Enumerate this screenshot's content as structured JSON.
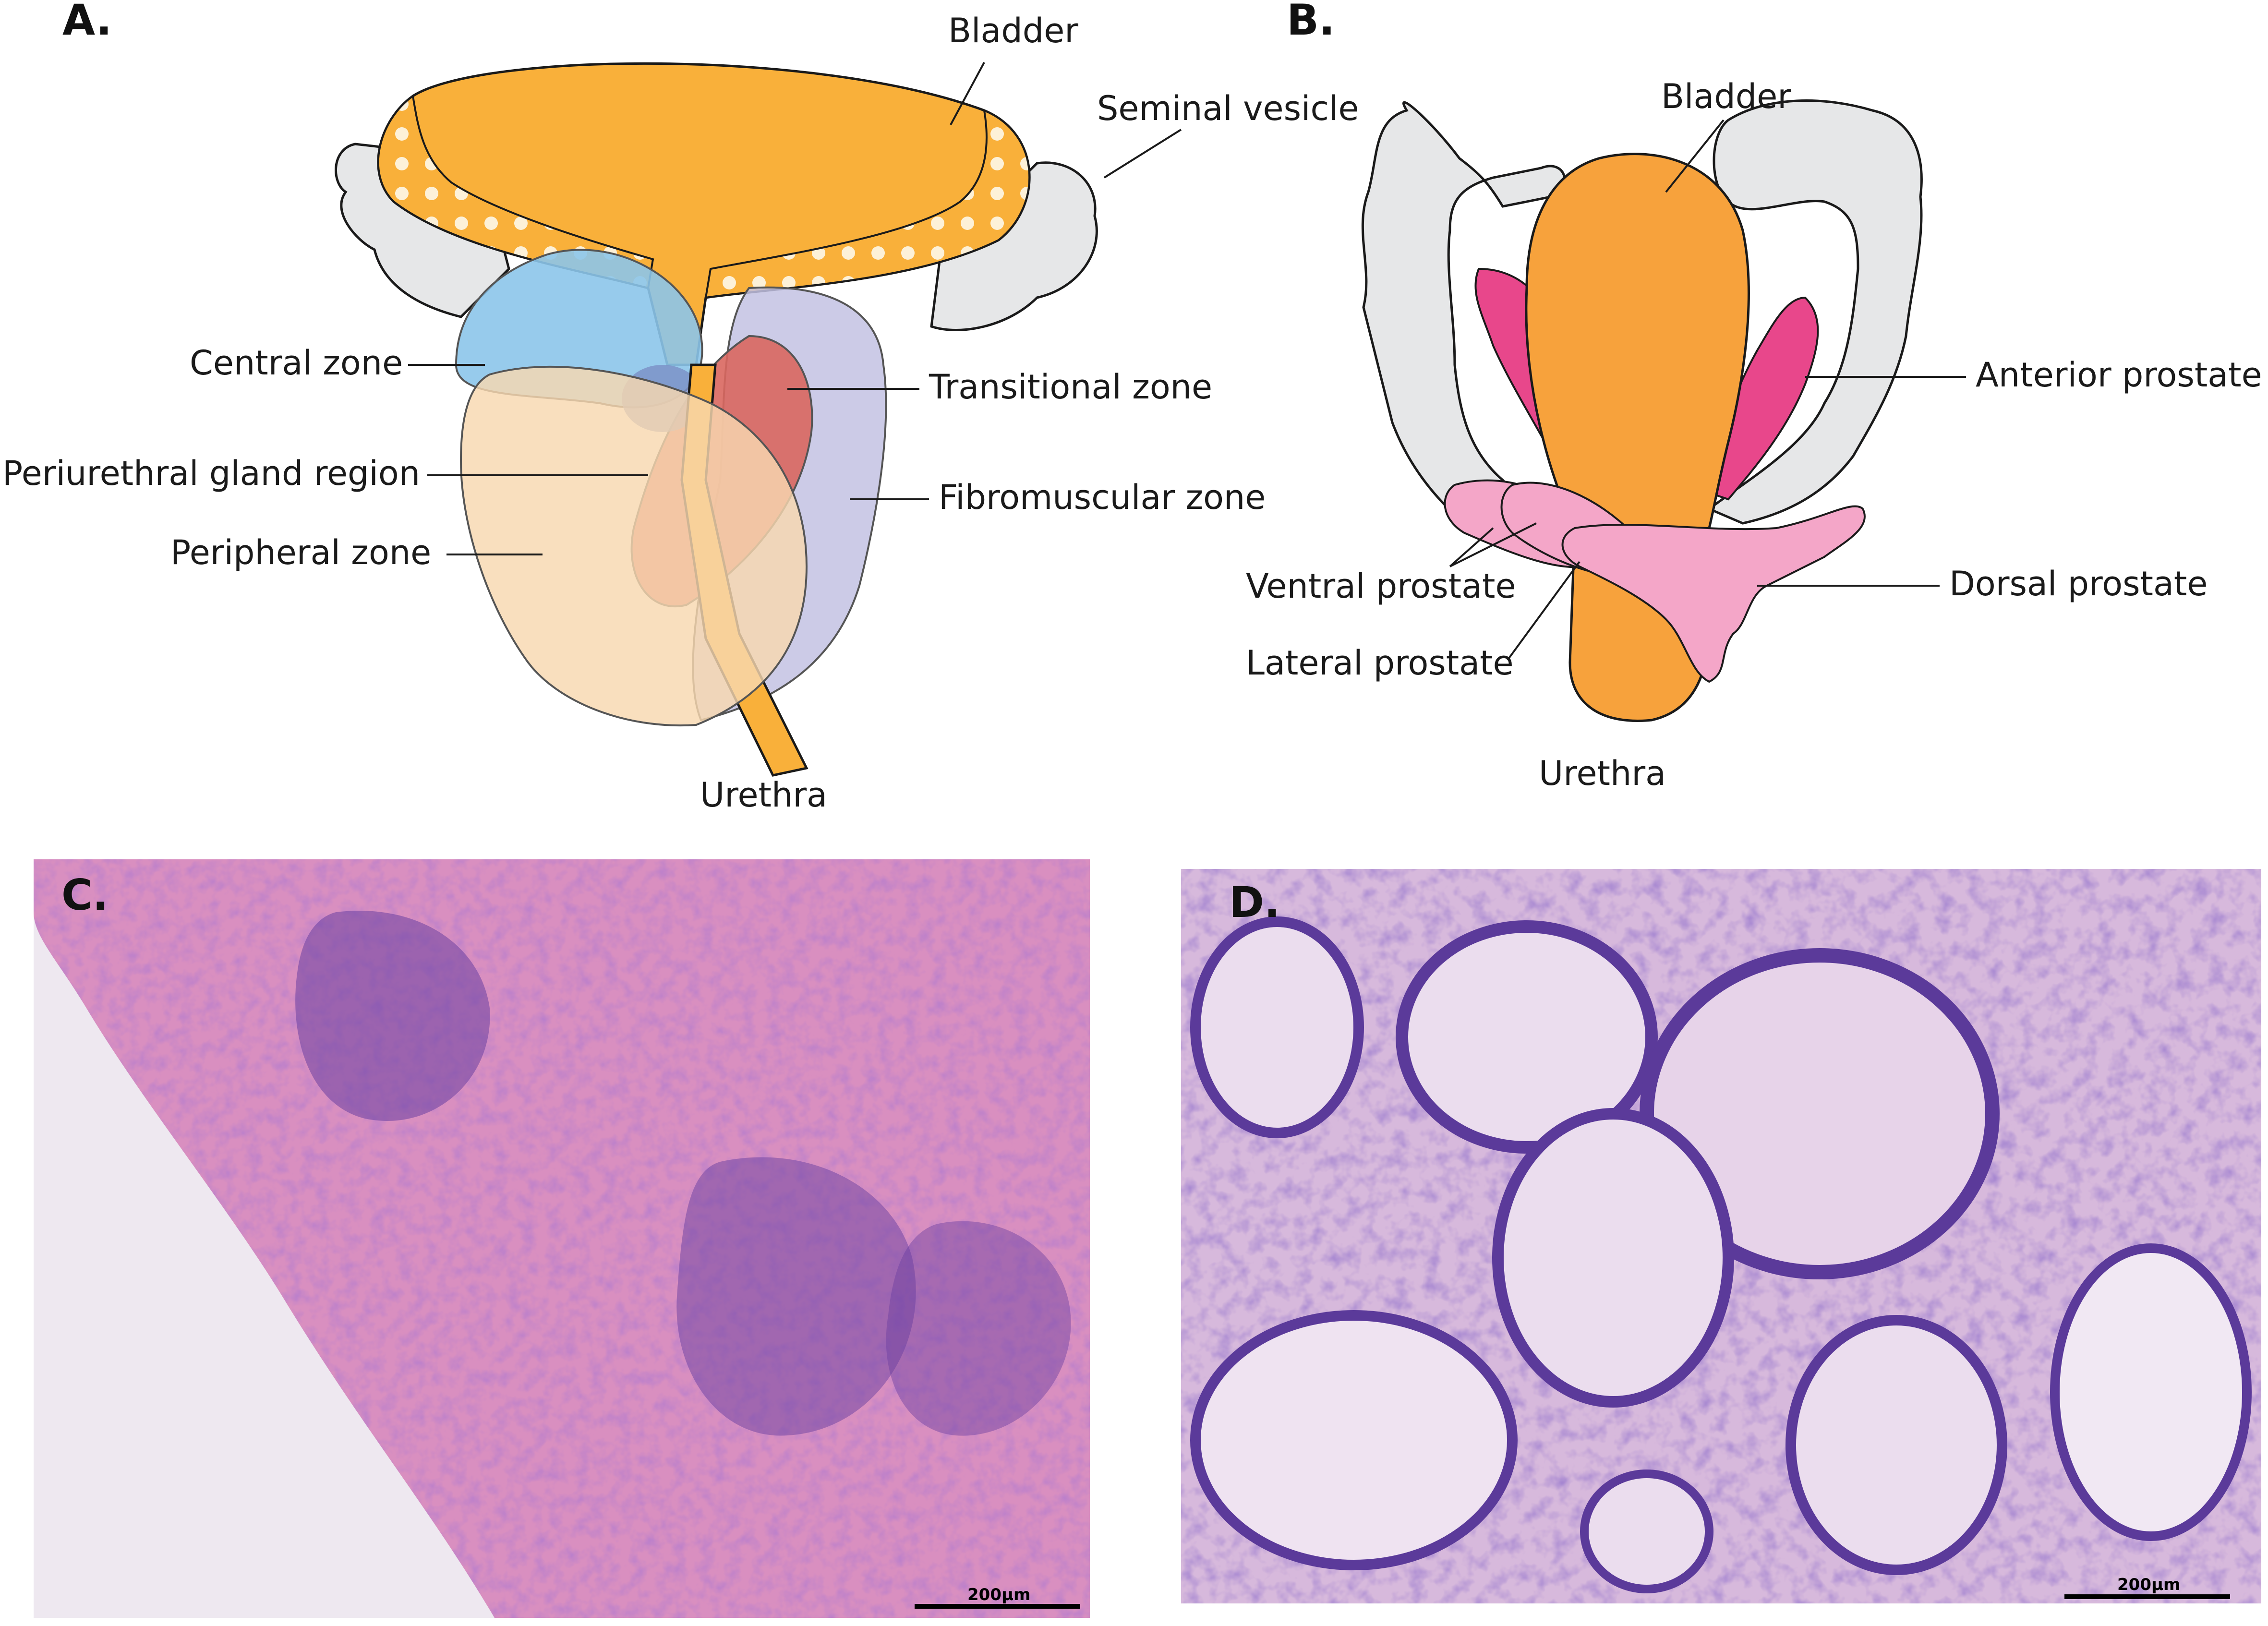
{
  "panels": {
    "a": {
      "letter": "A.",
      "labels": {
        "bladder": "Bladder",
        "seminal_vesicle": "Seminal vesicle",
        "central_zone": "Central zone",
        "transitional_zone": "Transitional zone",
        "periurethral_gland_region": "Periurethral gland region",
        "fibromuscular_zone": "Fibromuscular zone",
        "peripheral_zone": "Peripheral zone",
        "urethra": "Urethra"
      }
    },
    "b": {
      "letter": "B.",
      "labels": {
        "bladder": "Bladder",
        "anterior_prostate": "Anterior prostate",
        "ventral_prostate": "Ventral prostate",
        "dorsal_prostate": "Dorsal prostate",
        "lateral_prostate": "Lateral prostate",
        "urethra": "Urethra"
      }
    },
    "c": {
      "letter": "C.",
      "scale_bar": "200μm"
    },
    "d": {
      "letter": "D.",
      "scale_bar": "200μm"
    }
  },
  "colors": {
    "bladder_a": "#F9B03A",
    "bladder_b": "#F7A23C",
    "central_zone": "#8CC5EA",
    "transitional_zone": "#D9675F",
    "fibromuscular_zone": "#C3C2E3",
    "peripheral_zone": "#F8D8B0",
    "seminal_vesicle": "#E6E7E8",
    "anterior_prostate": "#E8478B",
    "ventral_dorsal_prostate": "#F4A6C8",
    "he_stroma_pink": "#D98FC0",
    "he_nuclei_purple": "#5B3A9A"
  }
}
